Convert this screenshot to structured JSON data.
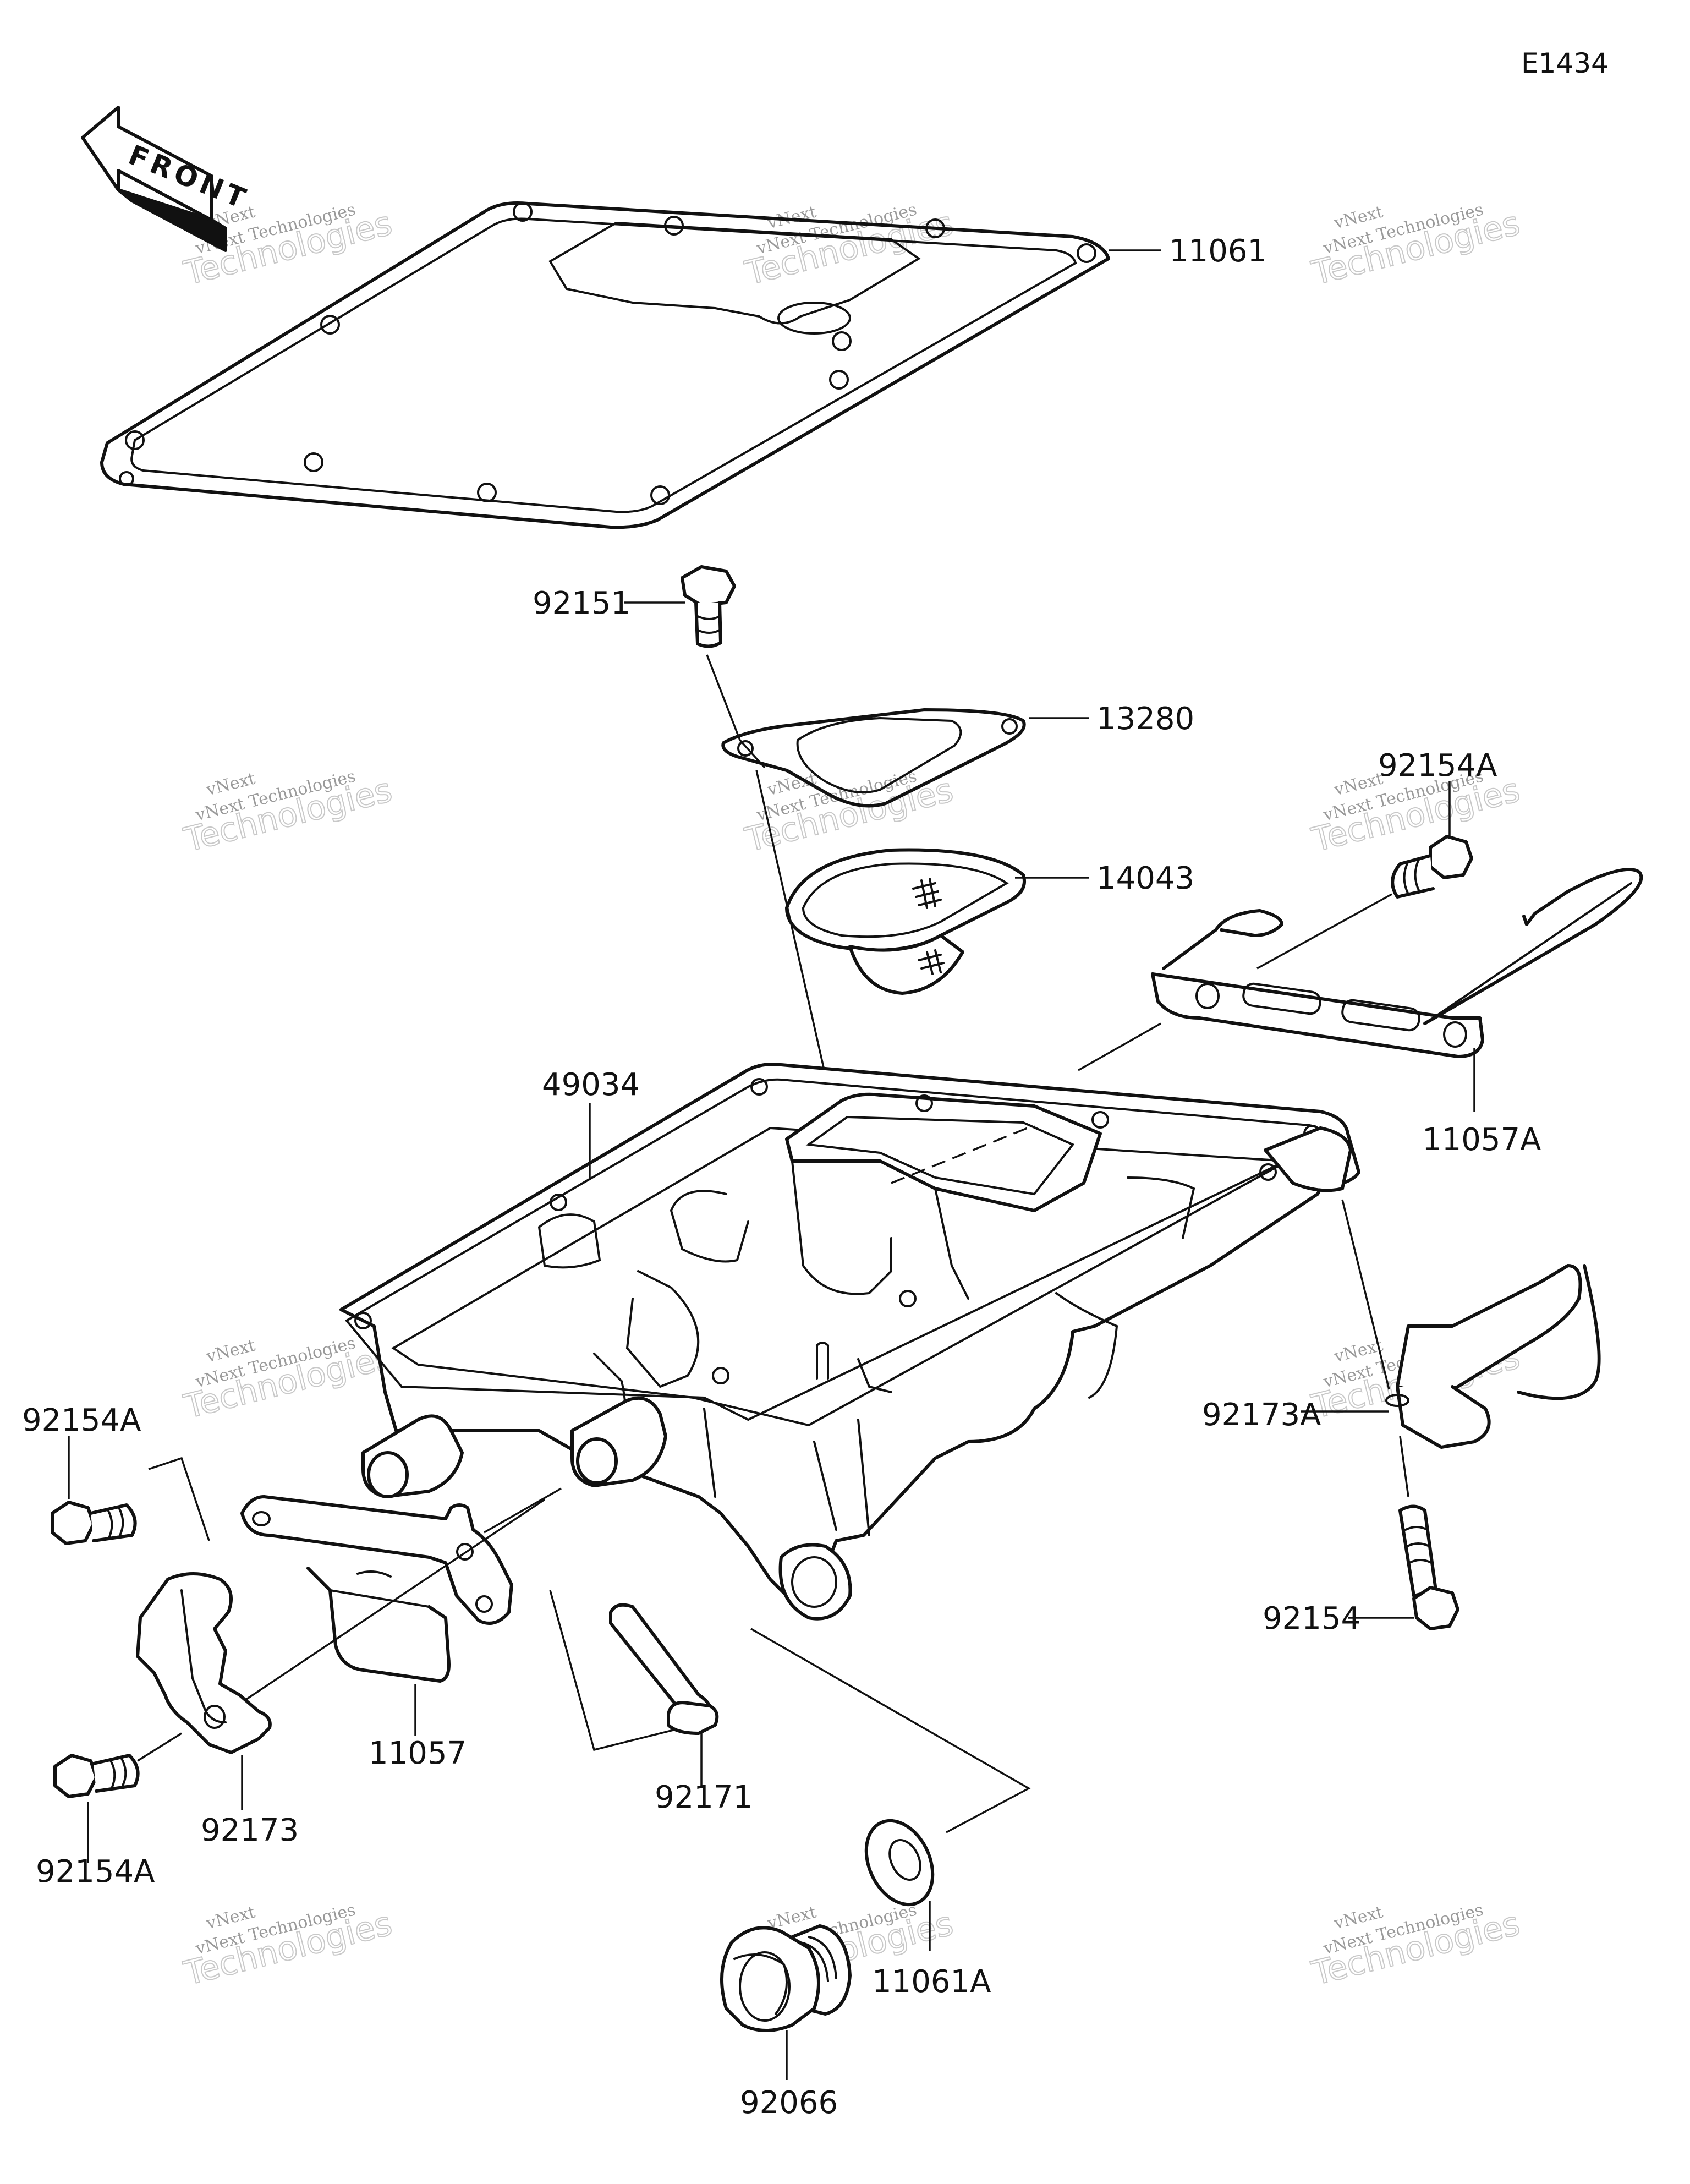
{
  "diagram_code": "E1434",
  "front_label": "FRONT",
  "watermark": {
    "line1": "vNext",
    "line2": "vNext Technologies",
    "line3": "Technologies"
  },
  "parts": [
    {
      "id": "gasket-oil-pan",
      "number": "11061"
    },
    {
      "id": "bolt-top",
      "number": "92151"
    },
    {
      "id": "gasket-strainer",
      "number": "13280"
    },
    {
      "id": "oil-strainer",
      "number": "14043"
    },
    {
      "id": "bolt-right-upper",
      "number": "92154A"
    },
    {
      "id": "bracket-right",
      "number": "11057A"
    },
    {
      "id": "oil-pan",
      "number": "49034"
    },
    {
      "id": "bolt-left-upper",
      "number": "92154A"
    },
    {
      "id": "clamp-right",
      "number": "92173A"
    },
    {
      "id": "bolt-right-lower",
      "number": "92154"
    },
    {
      "id": "bracket-left",
      "number": "11057"
    },
    {
      "id": "hose-clamp",
      "number": "92171"
    },
    {
      "id": "clamp-left",
      "number": "92173"
    },
    {
      "id": "bolt-left-lower",
      "number": "92154A"
    },
    {
      "id": "washer",
      "number": "11061A"
    },
    {
      "id": "drain-plug",
      "number": "92066"
    }
  ]
}
